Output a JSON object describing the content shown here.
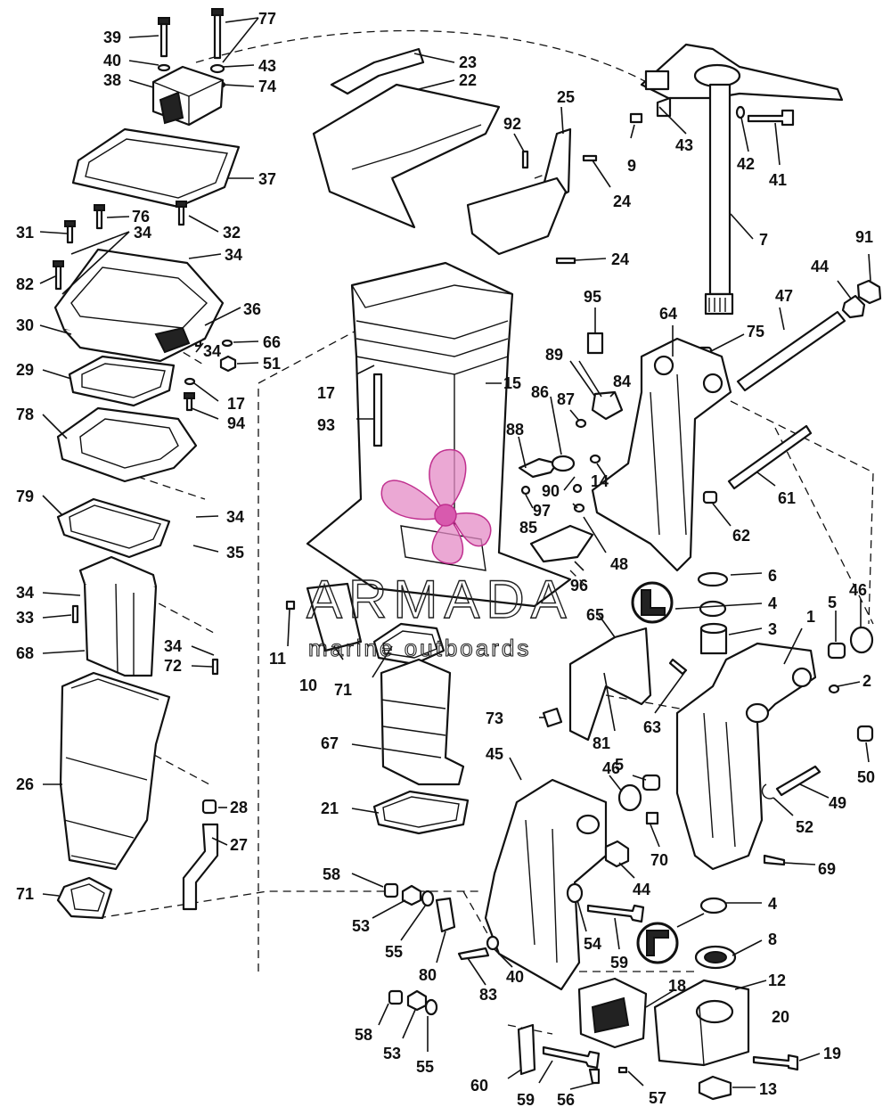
{
  "watermark": {
    "brand": "ARMADA",
    "tagline": "marine outboards"
  },
  "callouts": {
    "c1": "1",
    "c2": "2",
    "c3": "3",
    "c4a": "4",
    "c4b": "4",
    "c5a": "5",
    "c5b": "5",
    "c6": "6",
    "c7": "7",
    "c8": "8",
    "c9": "9",
    "c10": "10",
    "c11": "11",
    "c12": "12",
    "c13": "13",
    "c14": "14",
    "c15": "15",
    "c17a": "17",
    "c17b": "17",
    "c18": "18",
    "c19": "19",
    "c20": "20",
    "c21": "21",
    "c22": "22",
    "c23": "23",
    "c24a": "24",
    "c24b": "24",
    "c25": "25",
    "c26": "26",
    "c27": "27",
    "c28": "28",
    "c29": "29",
    "c30": "30",
    "c31": "31",
    "c32": "32",
    "c33": "33",
    "c34a": "34",
    "c34b": "34",
    "c34c": "34",
    "c34d": "34",
    "c34e": "34",
    "c34f": "34",
    "c35": "35",
    "c36": "36",
    "c37": "37",
    "c38": "38",
    "c39": "39",
    "c40a": "40",
    "c40b": "40",
    "c41": "41",
    "c42": "42",
    "c43a": "43",
    "c43b": "43",
    "c44a": "44",
    "c44b": "44",
    "c45": "45",
    "c46a": "46",
    "c46b": "46",
    "c47": "47",
    "c48": "48",
    "c49": "49",
    "c50": "50",
    "c51": "51",
    "c52": "52",
    "c53a": "53",
    "c53b": "53",
    "c54": "54",
    "c55a": "55",
    "c55b": "55",
    "c56": "56",
    "c57": "57",
    "c58a": "58",
    "c58b": "58",
    "c59a": "59",
    "c59b": "59",
    "c60": "60",
    "c61": "61",
    "c62": "62",
    "c63": "63",
    "c64": "64",
    "c65": "65",
    "c66": "66",
    "c67": "67",
    "c68": "68",
    "c69": "69",
    "c70": "70",
    "c71a": "71",
    "c71b": "71",
    "c72": "72",
    "c73": "73",
    "c74": "74",
    "c75": "75",
    "c76": "76",
    "c77": "77",
    "c78": "78",
    "c79": "79",
    "c80": "80",
    "c81": "81",
    "c82": "82",
    "c83": "83",
    "c84": "84",
    "c85": "85",
    "c86": "86",
    "c87": "87",
    "c88": "88",
    "c89": "89",
    "c90": "90",
    "c91": "91",
    "c92": "92",
    "c93": "93",
    "c94": "94",
    "c95": "95",
    "c96": "96",
    "c97": "97"
  }
}
